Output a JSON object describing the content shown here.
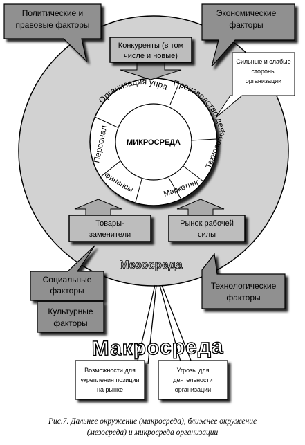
{
  "macro": {
    "political": [
      "Политические и",
      "правовые факторы"
    ],
    "economic": [
      "Экономические",
      "факторы"
    ],
    "social": [
      "Социальные",
      "факторы"
    ],
    "cultural": [
      "Культурные",
      "факторы"
    ],
    "technological": [
      "Технологические",
      "факторы"
    ],
    "title": "Макросреда",
    "opportunities": [
      "Возможности для",
      "укрепления позиции",
      "на рынке"
    ],
    "threats": [
      "Угрозы для",
      "деятельности",
      "организации"
    ]
  },
  "meso": {
    "label": "Мезосреда",
    "competitors": [
      "Конкуренты (в том",
      "числе и новые)"
    ],
    "substitutes": [
      "Товары-",
      "заменители"
    ],
    "labor": [
      "Рынок рабочей",
      "силы"
    ],
    "strengths": [
      "Сильные и слабые",
      "стороны",
      "организации"
    ]
  },
  "micro": {
    "center": "МИКРОСРЕДА",
    "segments": [
      "Организация управления",
      "Производство деятельность",
      "Технологии",
      "Маркетинг",
      "Финансы",
      "Персонал"
    ]
  },
  "caption": [
    "Рис.7. Дальнее окружение (макросреда), ближнее окружение",
    "(мезосреда) и микросреда организации"
  ]
}
